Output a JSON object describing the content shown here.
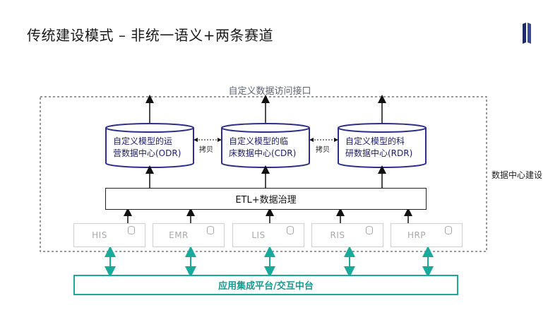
{
  "title": "传统建设模式 – 非统一语义+两条赛道",
  "top_interface_label": "自定义数据访问接口",
  "data_center_label": "数据中心建设",
  "cylinders": [
    {
      "line1": "自定义模型的运",
      "line2": "营数据中心(ODR)"
    },
    {
      "line1": "自定义模型的临",
      "line2": "床数据中心(CDR)"
    },
    {
      "line1": "自定义模型的科",
      "line2": "研数据中心(RDR)"
    }
  ],
  "copy_label": "拷贝",
  "etl_label": "ETL+数据治理",
  "sources": [
    "HIS",
    "EMR",
    "LIS",
    "RIS",
    "HRP"
  ],
  "platform_label": "应用集成平台/交互中台",
  "colors": {
    "cylinder_stroke": "#2e2e8c",
    "platform_stroke": "#1aaa9c",
    "logo": "#1f2a6b"
  }
}
